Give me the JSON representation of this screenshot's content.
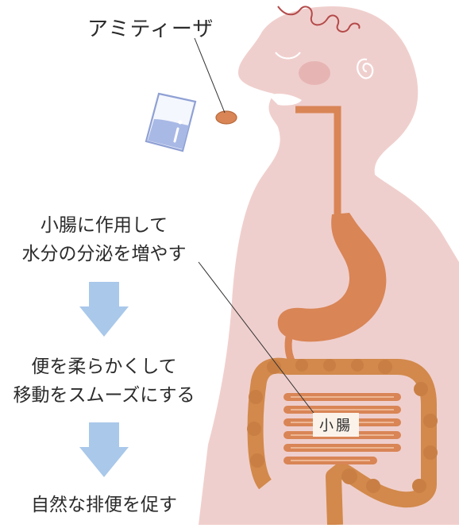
{
  "labels": {
    "pill": "アミティーザ",
    "organ": "小腸"
  },
  "steps": [
    {
      "line1": "小腸に作用して",
      "line2": "水分の分泌を増やす"
    },
    {
      "line1": "便を柔らかくして",
      "line2": "移動をスムーズにする"
    },
    {
      "line1": "自然な排便を促す",
      "line2": ""
    }
  ],
  "colors": {
    "body": "#efcfcd",
    "digestive": "#d98556",
    "colon": "#d2894b",
    "arrow": "#a9c8ea",
    "hair": "#b44a4a",
    "glass_water": "#a9b9e6"
  }
}
